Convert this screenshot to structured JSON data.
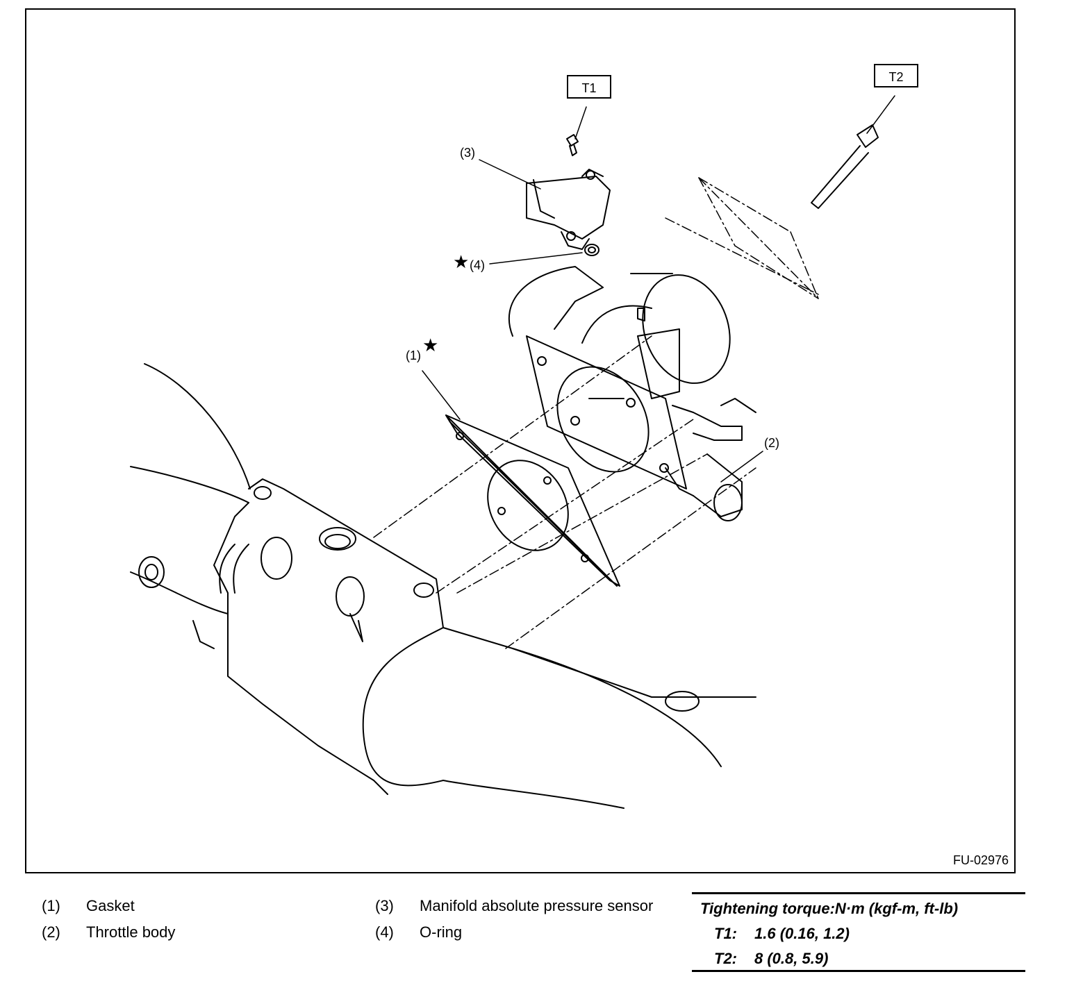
{
  "figure": {
    "id": "FU-02976",
    "callouts": {
      "c1": "(1)",
      "c2": "(2)",
      "c3": "(3)",
      "c4": "(4)",
      "t1": "T1",
      "t2": "T2"
    }
  },
  "legend": {
    "items": [
      {
        "num": "(1)",
        "label": "Gasket"
      },
      {
        "num": "(2)",
        "label": "Throttle body"
      },
      {
        "num": "(3)",
        "label": "Manifold absolute pressure sensor"
      },
      {
        "num": "(4)",
        "label": "O-ring"
      }
    ]
  },
  "torque": {
    "title": "Tightening torque:N·m (kgf-m, ft-lb)",
    "rows": [
      {
        "key": "T1:",
        "value": "1.6 (0.16, 1.2)"
      },
      {
        "key": "T2:",
        "value": "8 (0.8, 5.9)"
      }
    ]
  },
  "icons": {
    "replace_marker": "star-icon"
  }
}
